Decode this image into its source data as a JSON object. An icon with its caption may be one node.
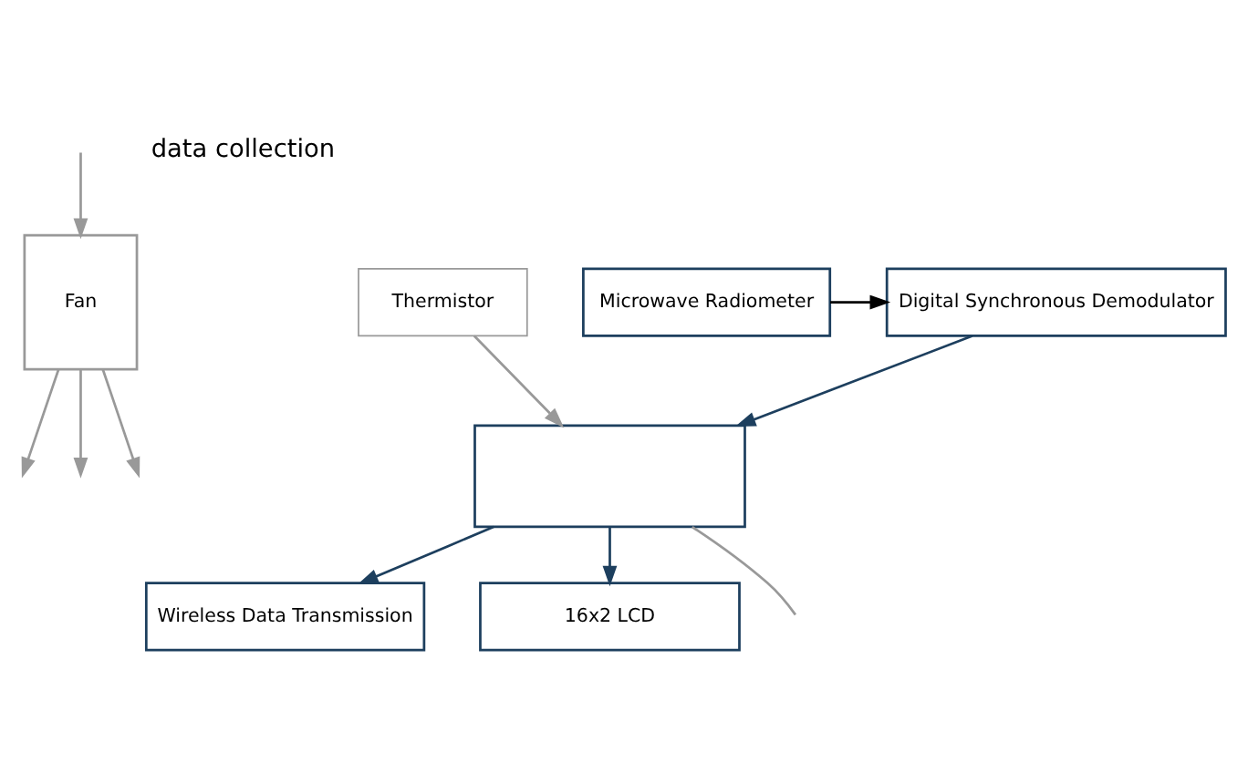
{
  "diagram": {
    "nodes": [
      {
        "text": [
          "Digital Synchronous Demodulator"
        ]
      },
      {
        "text": [
          "Microwave Radiometer"
        ]
      },
      {
        "text": [
          "Fan"
        ]
      },
      {
        "text": [
          "Thermistor"
        ]
      },
      {
        "text": [],
        "shape": "box"
      },
      {
        "text": [
          "Wireless Data Transmission"
        ]
      },
      {
        "text": [
          "16x2 LCD"
        ]
      }
    ],
    "edges": [
      {
        "from": 1,
        "to": 0,
        "arrow": "to",
        "color": "#000000"
      },
      {
        "from": 0,
        "to": 4,
        "arrow": "to",
        "color": "#1d3f5e"
      },
      {
        "from": 3,
        "to": 4,
        "arrow": "to",
        "color": "#999999"
      },
      {
        "from": 4,
        "to": 5,
        "arrow": "to",
        "color": "#1d3f5e"
      },
      {
        "from": 4,
        "to": 6,
        "arrow": "to",
        "color": "#1d3f5e"
      },
      {
        "from": 4,
        "to": null,
        "arrow": "none",
        "color": "#999999"
      },
      {
        "from": 2,
        "to": null,
        "arrow": "to",
        "color": "#999999"
      },
      {
        "from": 2,
        "to": null,
        "arrow": "to",
        "color": "#999999"
      },
      {
        "from": 2,
        "to": null,
        "arrow": "to",
        "color": "#999999"
      },
      {
        "from": null,
        "to": 2,
        "arrow": "to",
        "color": "#999999"
      }
    ],
    "labels": [
      "data collection"
    ]
  }
}
